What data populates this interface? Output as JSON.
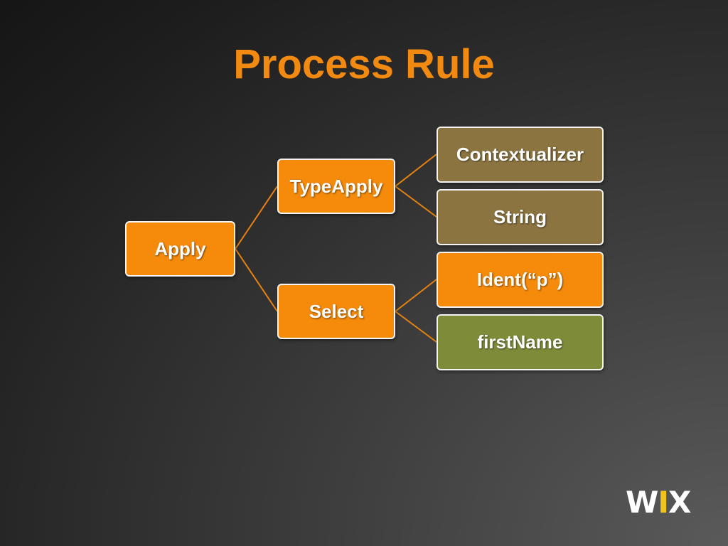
{
  "title": "Process Rule",
  "colors": {
    "title": "#f28a12",
    "connector": "#e8820f",
    "node_orange": "#f58a0b",
    "node_brown": "#8b7440",
    "node_olive": "#7e8c3a"
  },
  "tree": {
    "root": {
      "label": "Apply"
    },
    "level1": [
      {
        "label": "TypeApply"
      },
      {
        "label": "Select"
      }
    ],
    "level2": [
      {
        "label": "Contextualizer",
        "parent": "TypeApply"
      },
      {
        "label": "String",
        "parent": "TypeApply"
      },
      {
        "label": "Ident(“p”)",
        "parent": "Select"
      },
      {
        "label": "firstName",
        "parent": "Select"
      }
    ]
  },
  "logo": {
    "text": "WIX"
  }
}
